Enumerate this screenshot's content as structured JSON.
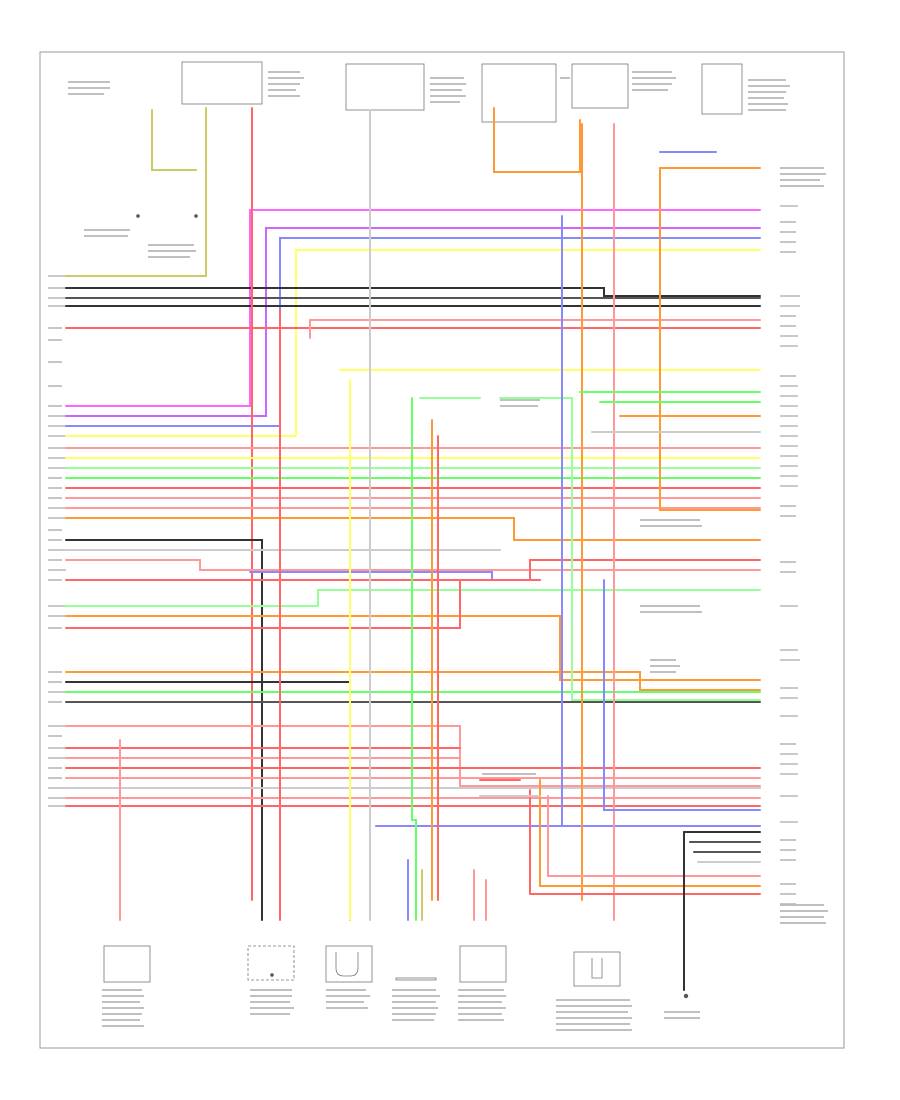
{
  "diagram": {
    "title": "",
    "page_mark": "",
    "wires": [
      {
        "id": "w01",
        "color": "#ff66ff"
      },
      {
        "id": "w02",
        "color": "#cc66ff"
      },
      {
        "id": "w03",
        "color": "#8888ff"
      },
      {
        "id": "w04",
        "color": "#ffff66"
      },
      {
        "id": "w05",
        "color": "#555555"
      },
      {
        "id": "w06",
        "color": "#333333"
      },
      {
        "id": "w07",
        "color": "#ff6666"
      },
      {
        "id": "w08",
        "color": "#ff9999"
      },
      {
        "id": "w09",
        "color": "#ff9933"
      },
      {
        "id": "w10",
        "color": "#66ff66"
      },
      {
        "id": "w11",
        "color": "#99ff99"
      },
      {
        "id": "w12",
        "color": "#cccccc"
      },
      {
        "id": "w13",
        "color": "#cccc66"
      }
    ],
    "components": [
      {
        "id": "ground-bottom-left",
        "label": ""
      },
      {
        "id": "sensor-block-1",
        "label": ""
      },
      {
        "id": "sensor-block-2",
        "label": ""
      },
      {
        "id": "sensor-block-3",
        "label": ""
      },
      {
        "id": "sensor-block-4",
        "label": ""
      },
      {
        "id": "sensor-block-5",
        "label": ""
      },
      {
        "id": "ground-bottom-right",
        "label": ""
      }
    ]
  }
}
